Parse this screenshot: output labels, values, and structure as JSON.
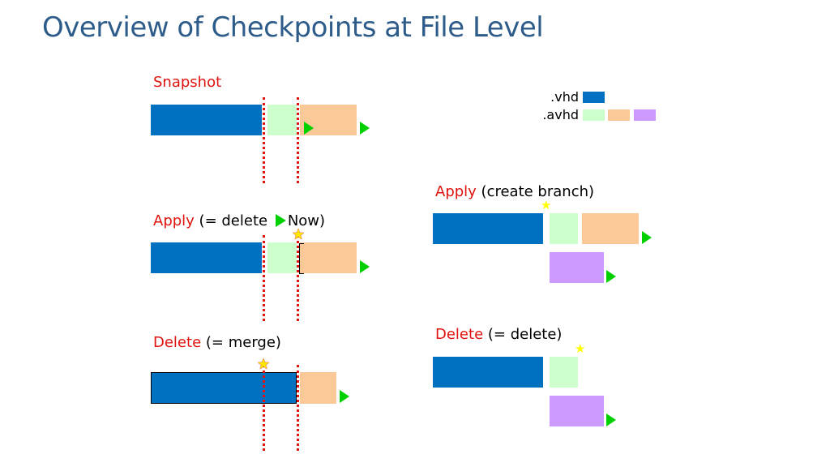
{
  "title": "Overview of Checkpoints at File Level",
  "legend": {
    "vhd_label": ".vhd",
    "avhd_label": ".avhd"
  },
  "colors": {
    "vhd": "#0070C0",
    "avhd_1": "#CCFFCC",
    "avhd_2": "#FAC997",
    "avhd_3": "#CC99FF",
    "marker": "#E0140F",
    "arrow": "#00D000"
  },
  "panels": {
    "snapshot": {
      "keyword": "Snapshot"
    },
    "apply_now": {
      "keyword": "Apply",
      "text_before": " (= delete ",
      "text_after": "Now)"
    },
    "delete_merge": {
      "keyword": "Delete",
      "text": " (= merge)"
    },
    "apply_branch": {
      "keyword": "Apply",
      "text": "  (create branch)"
    },
    "delete_delete": {
      "keyword": "Delete",
      "text": " (= delete)"
    }
  },
  "icons": {
    "current_position": "star-icon",
    "now_pointer": "green-triangle-icon"
  }
}
